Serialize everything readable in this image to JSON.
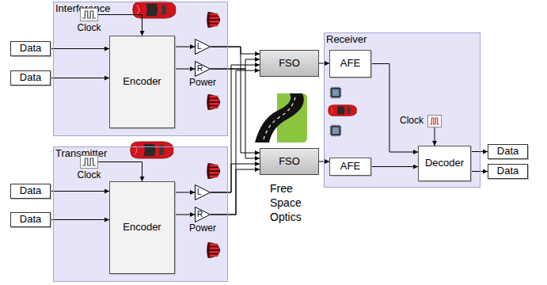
{
  "diagram": {
    "nodes": [
      {
        "text": [
          "Interference"
        ]
      },
      {
        "text": [
          "Clock"
        ],
        "in": 0
      },
      {
        "text": [
          "Encoder"
        ],
        "in": 0
      },
      {
        "text": [
          "L"
        ],
        "in": 0
      },
      {
        "text": [
          "R",
          "Power"
        ],
        "in": 0
      },
      {
        "text": [
          "Data"
        ]
      },
      {
        "text": [
          "Data"
        ]
      },
      {
        "text": [
          "Transmitter"
        ]
      },
      {
        "text": [
          "Clock"
        ],
        "in": 7
      },
      {
        "text": [
          "Encoder"
        ],
        "in": 7
      },
      {
        "text": [
          "L"
        ],
        "in": 7
      },
      {
        "text": [
          "R",
          "Power"
        ],
        "in": 7
      },
      {
        "text": [
          "Data"
        ]
      },
      {
        "text": [
          "Data"
        ]
      },
      {
        "text": [
          "FSO"
        ]
      },
      {
        "text": [
          "FSO"
        ]
      },
      {
        "text": [
          "Receiver"
        ]
      },
      {
        "text": [
          "AFE"
        ],
        "in": 16
      },
      {
        "text": [
          "AFE"
        ],
        "in": 16
      },
      {
        "text": [
          "Clock"
        ],
        "in": 16
      },
      {
        "text": [
          "Decoder"
        ],
        "in": 16
      },
      {
        "text": [
          "Data"
        ]
      },
      {
        "text": [
          "Data"
        ]
      }
    ],
    "edges": [
      {
        "from": 5,
        "to": 2,
        "arrow": "to"
      },
      {
        "from": 6,
        "to": 2,
        "arrow": "to"
      },
      {
        "from": 1,
        "to": 2,
        "arrow": "to"
      },
      {
        "from": 2,
        "to": 3,
        "arrow": "to"
      },
      {
        "from": 2,
        "to": 4,
        "arrow": "to"
      },
      {
        "from": 3,
        "to": 14,
        "arrow": "to"
      },
      {
        "from": 3,
        "to": 15,
        "arrow": "to"
      },
      {
        "from": 4,
        "to": 14,
        "arrow": "to"
      },
      {
        "from": 4,
        "to": 15,
        "arrow": "to"
      },
      {
        "from": 10,
        "to": 14,
        "arrow": "to"
      },
      {
        "from": 10,
        "to": 15,
        "arrow": "to"
      },
      {
        "from": 11,
        "to": 14,
        "arrow": "to"
      },
      {
        "from": 11,
        "to": 15,
        "arrow": "to"
      },
      {
        "from": 12,
        "to": 9,
        "arrow": "to"
      },
      {
        "from": 13,
        "to": 9,
        "arrow": "to"
      },
      {
        "from": 8,
        "to": 9,
        "arrow": "to"
      },
      {
        "from": 9,
        "to": 10,
        "arrow": "to"
      },
      {
        "from": 9,
        "to": 11,
        "arrow": "to"
      },
      {
        "from": 14,
        "to": 17,
        "arrow": "to"
      },
      {
        "from": 15,
        "to": 18,
        "arrow": "to"
      },
      {
        "from": 17,
        "to": 20,
        "arrow": "to"
      },
      {
        "from": 18,
        "to": 20,
        "arrow": "to"
      },
      {
        "from": 19,
        "to": 20,
        "arrow": "to"
      },
      {
        "from": 20,
        "to": 21,
        "arrow": "to"
      },
      {
        "from": 20,
        "to": 22,
        "arrow": "to"
      }
    ],
    "labels": [
      "Free Space Optics"
    ]
  }
}
